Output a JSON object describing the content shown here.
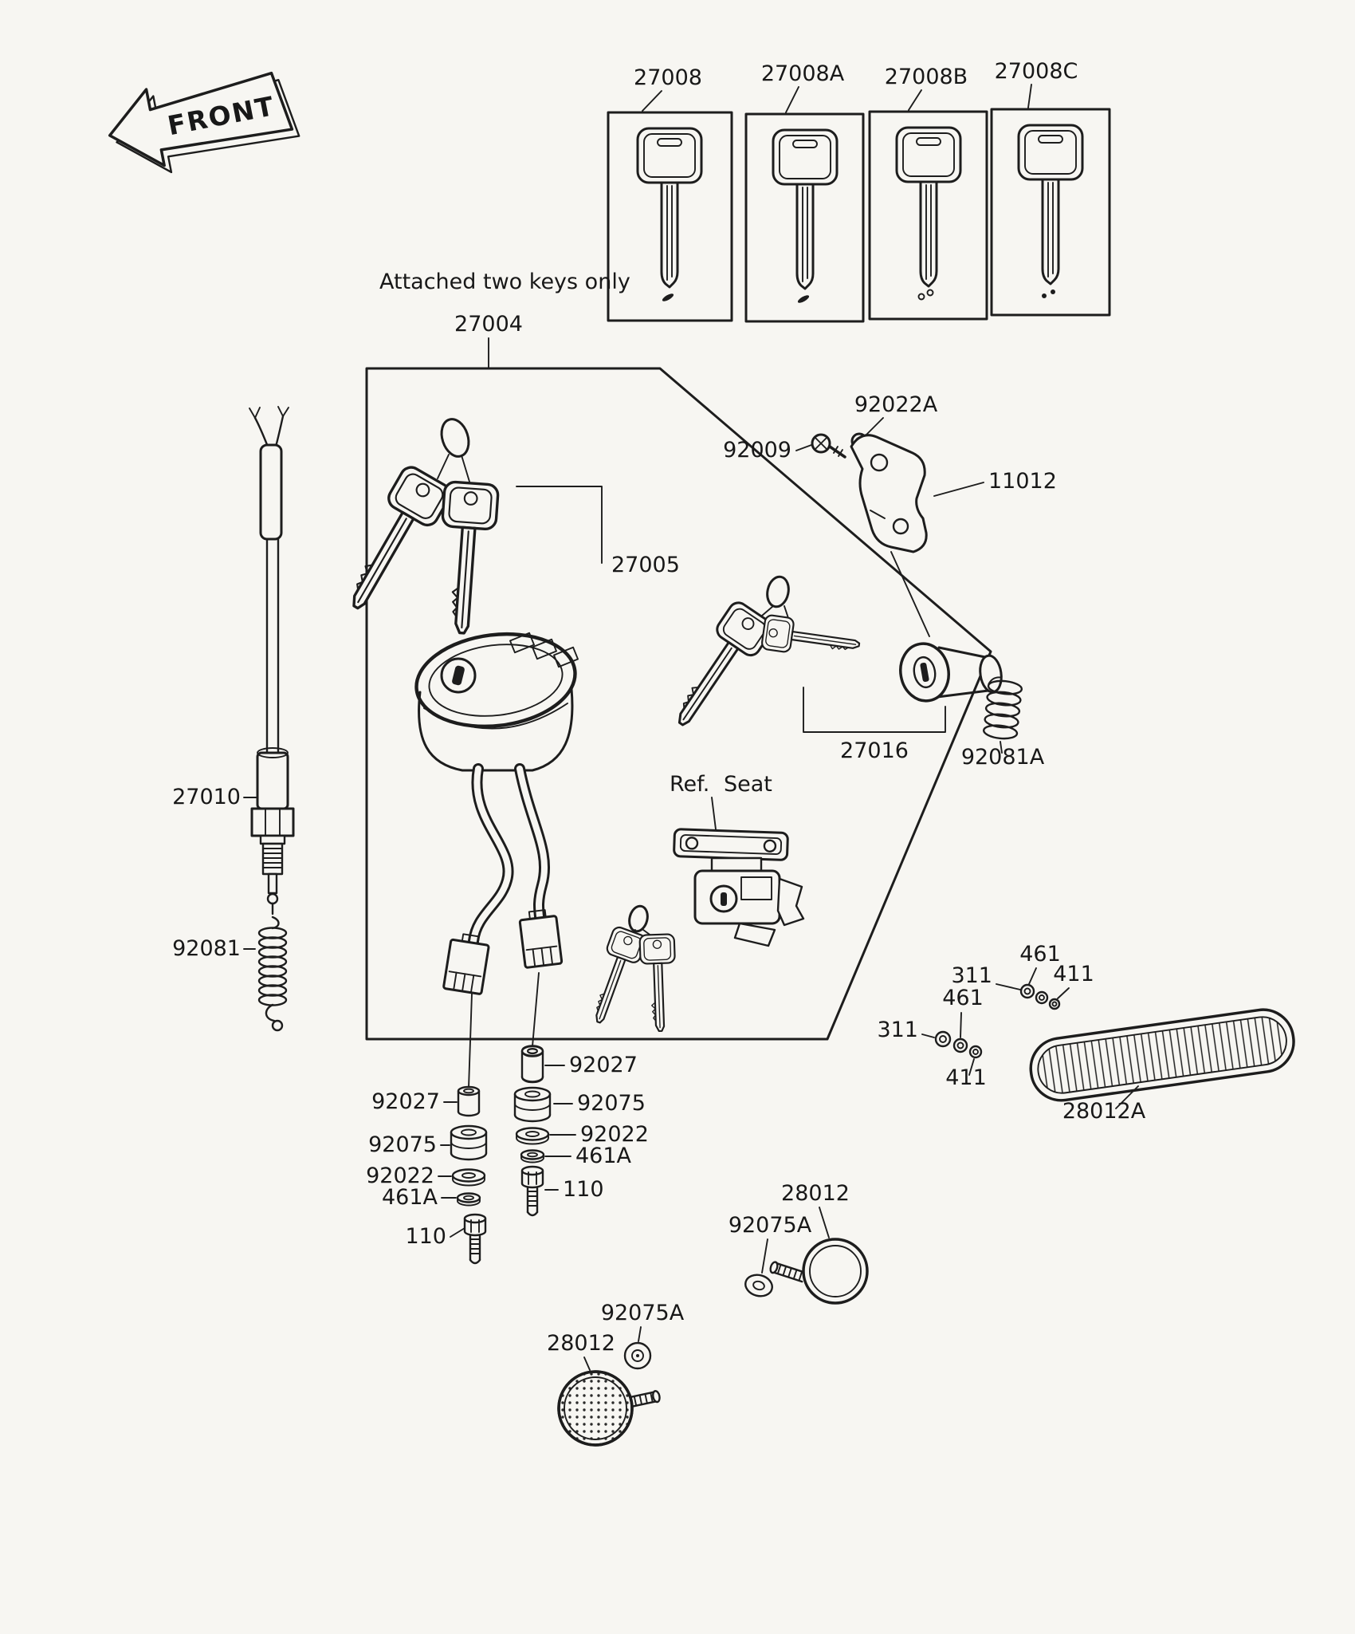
{
  "header": {
    "front_badge": "FRONT"
  },
  "note": {
    "attached_two_keys": "Attached two keys only",
    "assembly": "27004"
  },
  "key_blanks": [
    {
      "label": "27008"
    },
    {
      "label": "27008A"
    },
    {
      "label": "27008B"
    },
    {
      "label": "27008C"
    }
  ],
  "labels": {
    "ignition_keys": "27005",
    "screw": "92009",
    "washer_small_a": "92022A",
    "bracket": "11012",
    "lock_cylinder": "27016",
    "spring_a": "92081A",
    "ref_seat_prefix": "Ref.",
    "ref_seat_word": "Seat",
    "handlebar_switch": "27010",
    "spring": "92081",
    "collar": "92027",
    "damper": "92075",
    "washer": "92022",
    "washer_461a": "461A",
    "bolt": "110",
    "nut_461": "461",
    "washer_411": "411",
    "nut_311": "311",
    "reflector_rear": "28012A",
    "reflector_round": "28012",
    "damper_a": "92075A"
  },
  "colors": {
    "ink": "#1d1d1d",
    "paper": "#f7f6f2"
  }
}
